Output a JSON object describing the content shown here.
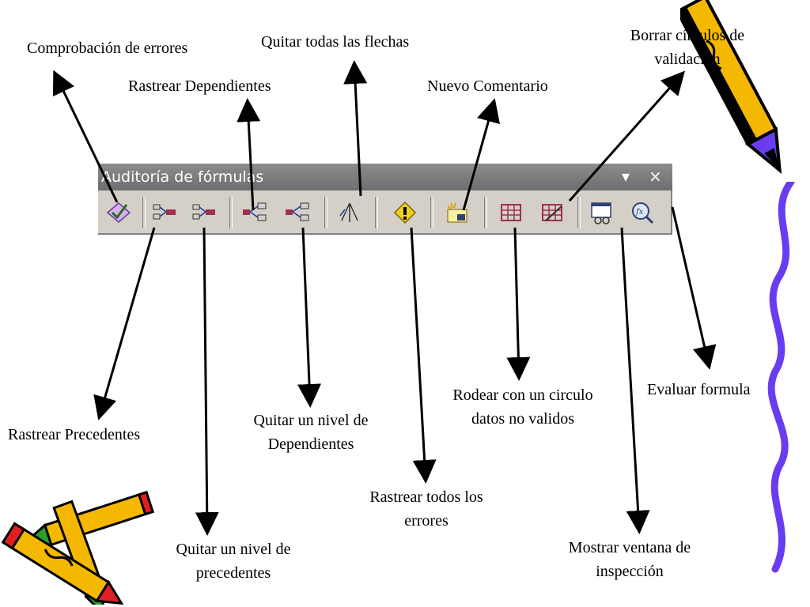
{
  "toolbar": {
    "title": "Auditoría de fórmulas",
    "dropdown_glyph": "▾",
    "close_glyph": "×",
    "buttons": [
      {
        "icon": "error-check-icon"
      },
      {
        "icon": "trace-precedents-icon"
      },
      {
        "icon": "remove-precedent-arrows-icon"
      },
      {
        "icon": "trace-dependents-icon"
      },
      {
        "icon": "remove-dependent-arrows-icon"
      },
      {
        "icon": "remove-all-arrows-icon"
      },
      {
        "icon": "trace-error-icon"
      },
      {
        "icon": "new-comment-icon"
      },
      {
        "icon": "circle-invalid-data-icon"
      },
      {
        "icon": "clear-validation-circles-icon"
      },
      {
        "icon": "watch-window-icon"
      },
      {
        "icon": "evaluate-formula-icon"
      }
    ]
  },
  "labels": {
    "comprobacion": "Comprobación de errores",
    "quitar_todas": "Quitar todas las flechas",
    "borrar_circulos_1": "Borrar círculos de",
    "borrar_circulos_2": "validación",
    "rastrear_dependientes": "Rastrear Dependientes",
    "nuevo_comentario": "Nuevo Comentario",
    "rastrear_precedentes": "Rastrear Precedentes",
    "quitar_nivel_dep_1": "Quitar un nivel de",
    "quitar_nivel_dep_2": "Dependientes",
    "rodear_1": "Rodear con un circulo",
    "rodear_2": "datos no validos",
    "evaluar": "Evaluar formula",
    "rastrear_errores_1": "Rastrear todos los",
    "rastrear_errores_2": "errores",
    "quitar_nivel_prec_1": "Quitar un nivel de",
    "quitar_nivel_prec_2": "precedentes",
    "mostrar_ventana_1": "Mostrar ventana de",
    "mostrar_ventana_2": "inspección"
  },
  "colors": {
    "title_bar": "#7a7a7a",
    "toolbar_face": "#d4d0c8",
    "squiggle": "#6a3cf0",
    "pencil_yellow": "#f5b800",
    "pencil_red": "#e02020",
    "pencil_green": "#2aa02a"
  }
}
